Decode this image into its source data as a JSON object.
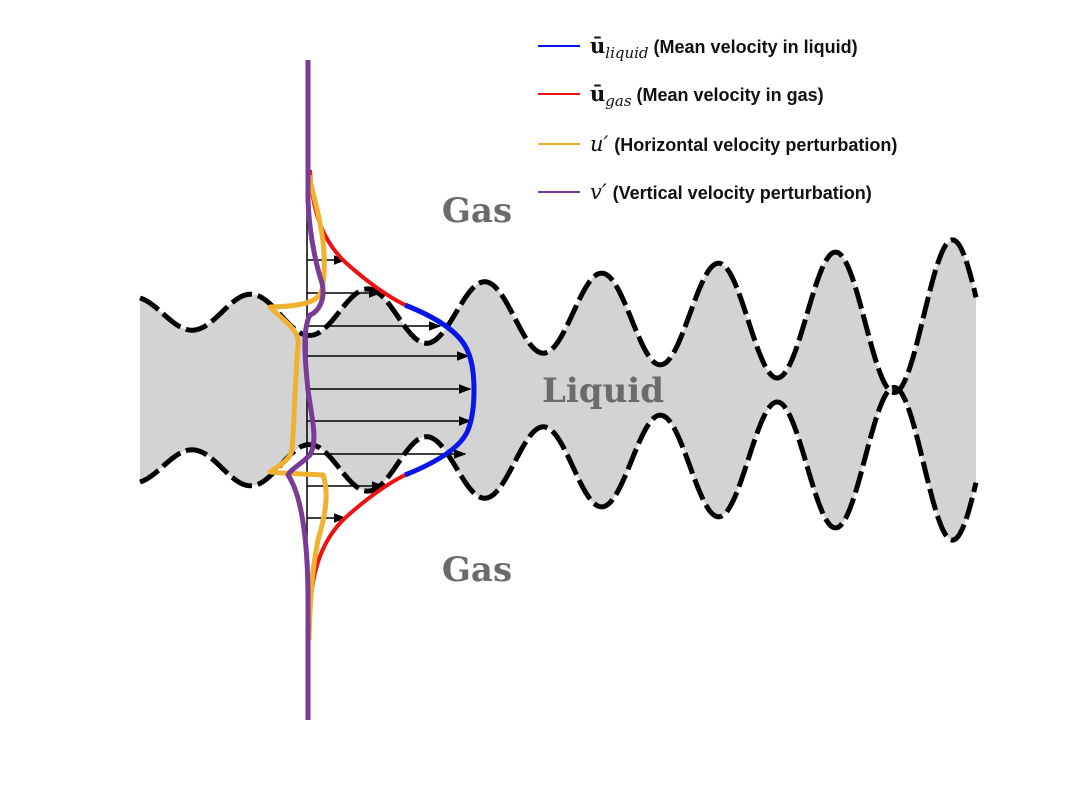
{
  "legend": {
    "items": [
      {
        "symbol": "ū",
        "subscript": "liquid",
        "description": "(Mean velocity in liquid)",
        "color": "#0a16e8"
      },
      {
        "symbol": "ū",
        "subscript": "gas",
        "description": "(Mean velocity in gas)",
        "color": "#ee1111"
      },
      {
        "symbol": "u′",
        "subscript": "",
        "description": "(Horizontal velocity perturbation)",
        "color": "#f0b030"
      },
      {
        "symbol": "v′",
        "subscript": "",
        "description": "(Vertical velocity perturbation)",
        "color": "#7a3b96"
      }
    ]
  },
  "regions": {
    "gas_top": "Gas",
    "liquid": "Liquid",
    "gas_bottom": "Gas"
  },
  "colors": {
    "liquid_fill": "#d3d3d3",
    "interface": "#000000",
    "region_text": "#6b6b6b"
  }
}
